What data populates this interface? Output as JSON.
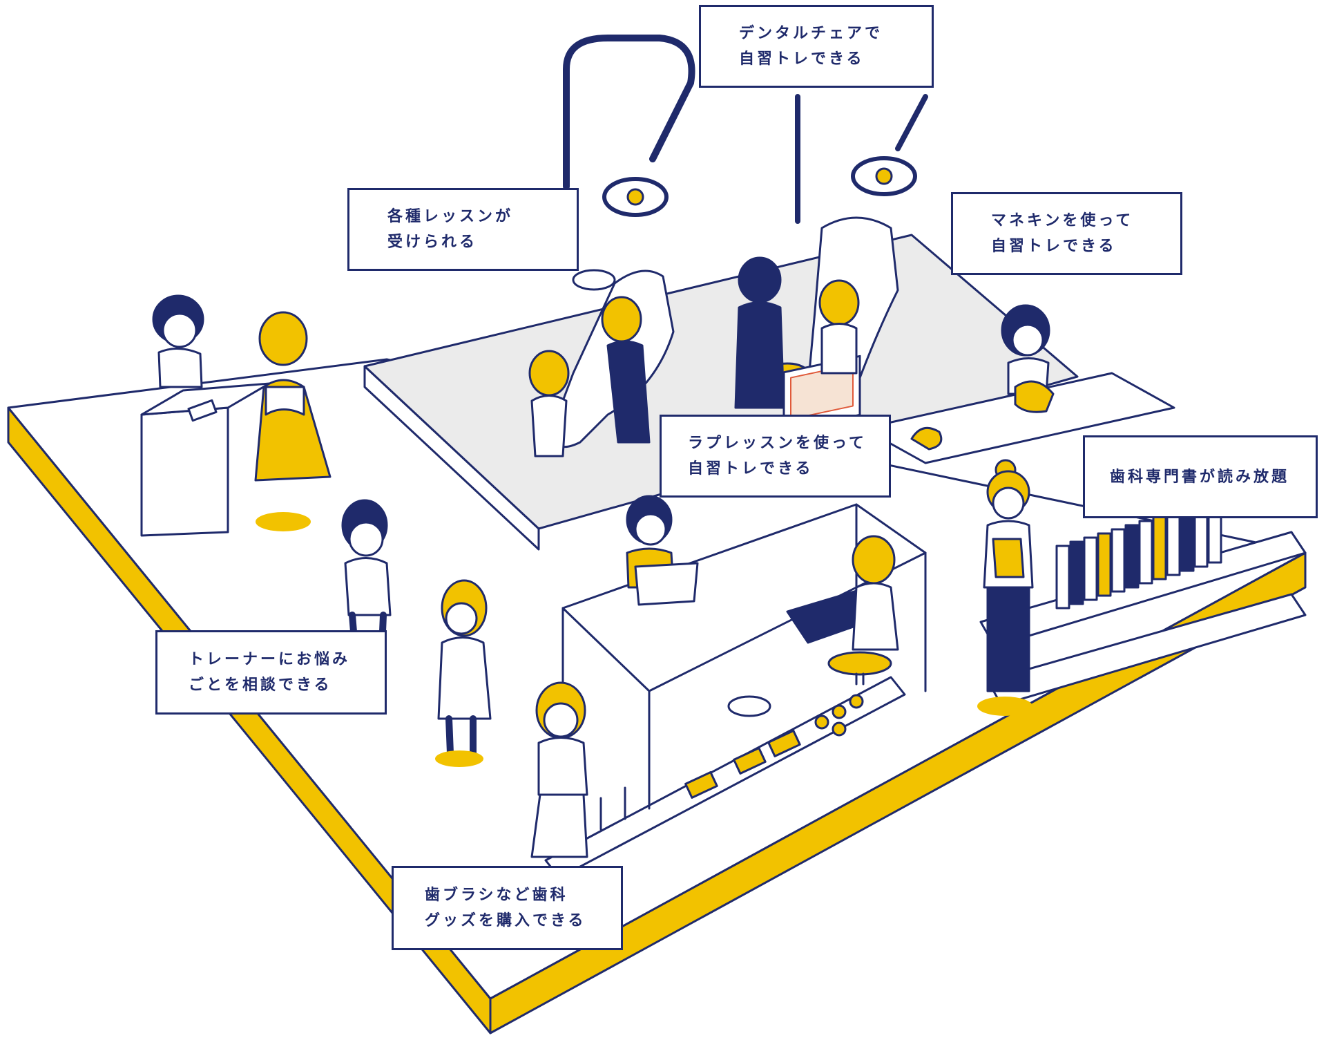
{
  "labels": {
    "dental_chair": {
      "line1": "デンタルチェアで",
      "line2": "自習トレできる"
    },
    "lessons": {
      "line1": "各種レッスンが",
      "line2": "受けられる"
    },
    "mannequin": {
      "line1": "マネキンを使って",
      "line2": "自習トレできる"
    },
    "lab_lesson": {
      "line1": "ラプレッスンを使って",
      "line2": "自習トレできる"
    },
    "books": {
      "line1": "歯科専門書が読み放題"
    },
    "trainer": {
      "line1": "トレーナーにお悩み",
      "line2": "ごとを相談できる"
    },
    "goods": {
      "line1": "歯ブラシなど歯科",
      "line2": "グッズを購入できる"
    }
  },
  "colors": {
    "navy": "#1f2a6b",
    "yellow": "#f2c200",
    "floor_gray": "#ebebeb",
    "white": "#ffffff"
  }
}
